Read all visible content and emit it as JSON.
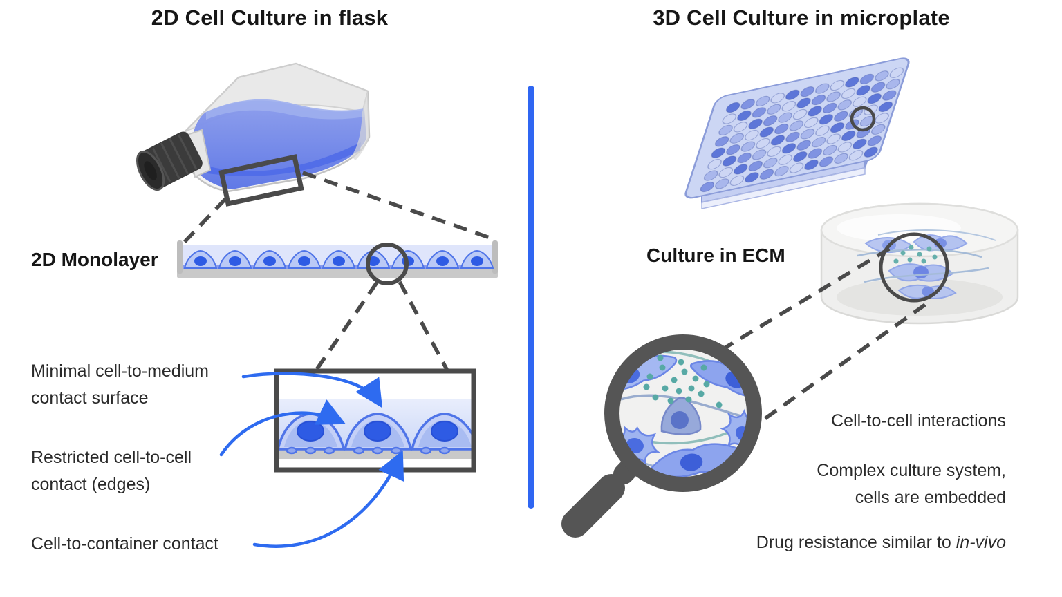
{
  "left": {
    "title": "2D Cell Culture in flask",
    "monolayer_label": "2D Monolayer",
    "annotations": {
      "medium": "Minimal cell-to-medium\ncontact surface",
      "cell": "Restricted cell-to-cell\ncontact (edges)",
      "container": "Cell-to-container contact"
    }
  },
  "right": {
    "title": "3D Cell Culture in microplate",
    "ecm_label": "Culture in ECM",
    "annotations": {
      "interactions": "Cell-to-cell interactions",
      "complex": "Complex culture system,\ncells are embedded",
      "drug_prefix": "Drug resistance similar to ",
      "drug_italic": "in-vivo"
    },
    "microplate": {
      "well_palette": [
        "#5d76d8",
        "#8093e2",
        "#a9b7ec",
        "#cdd6f4"
      ]
    }
  },
  "colors": {
    "divider_blue": "#2f66f2",
    "arrow_blue": "#2e6bf0",
    "outline_gray": "#4a4a4a",
    "liquid_blue": "#5a74e6",
    "cell_fill": "#c4d0f7",
    "cell_stroke": "#4f74e8",
    "nucleus_blue": "#2e5be4",
    "medium_light": "#dfe5fb",
    "teal_dots": "#57a9a5",
    "text_dark": "#232323"
  }
}
